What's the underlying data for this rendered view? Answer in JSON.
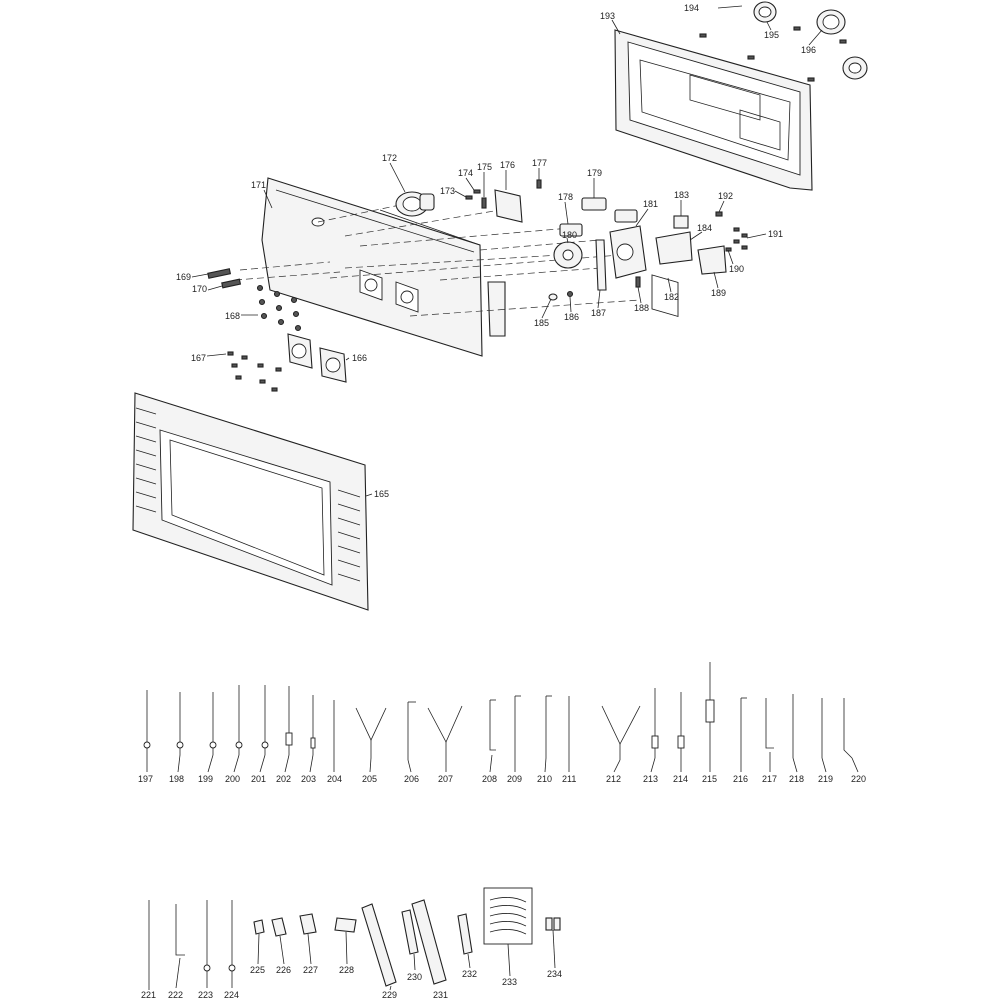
{
  "diagram": {
    "labels": {
      "p165": "165",
      "p166": "166",
      "p167": "167",
      "p168": "168",
      "p169": "169",
      "p170": "170",
      "p171": "171",
      "p172": "172",
      "p173": "173",
      "p174": "174",
      "p175": "175",
      "p176": "176",
      "p177": "177",
      "p178": "178",
      "p179": "179",
      "p180": "180",
      "p181": "181",
      "p182": "182",
      "p183": "183",
      "p184": "184",
      "p185": "185",
      "p186": "186",
      "p187": "187",
      "p188": "188",
      "p189": "189",
      "p190": "190",
      "p191": "191",
      "p192": "192",
      "p193": "193",
      "p194": "194",
      "p195": "195",
      "p196": "196",
      "p197": "197",
      "p198": "198",
      "p199": "199",
      "p200": "200",
      "p201": "201",
      "p202": "202",
      "p203": "203",
      "p204": "204",
      "p205": "205",
      "p206": "206",
      "p207": "207",
      "p208": "208",
      "p209": "209",
      "p210": "210",
      "p211": "211",
      "p212": "212",
      "p213": "213",
      "p214": "214",
      "p215": "215",
      "p216": "216",
      "p217": "217",
      "p218": "218",
      "p219": "219",
      "p220": "220",
      "p221": "221",
      "p222": "222",
      "p223": "223",
      "p224": "224",
      "p225": "225",
      "p226": "226",
      "p227": "227",
      "p228": "228",
      "p229": "229",
      "p230": "230",
      "p231": "231",
      "p232": "232",
      "p233": "233",
      "p234": "234"
    }
  }
}
